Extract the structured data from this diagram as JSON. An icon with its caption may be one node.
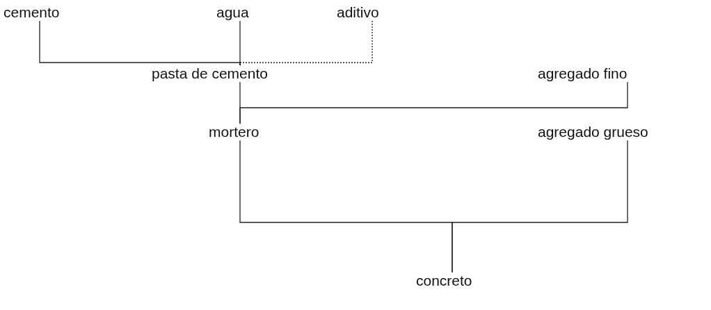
{
  "diagram": {
    "nodes": [
      {
        "text": [
          "cemento"
        ]
      },
      {
        "text": [
          "agua"
        ]
      },
      {
        "text": [
          "aditivo"
        ]
      },
      {
        "text": [
          "pasta de cemento"
        ]
      },
      {
        "text": [
          "agregado fino"
        ]
      },
      {
        "text": [
          "mortero"
        ]
      },
      {
        "text": [
          "agregado grueso"
        ]
      },
      {
        "text": [
          "concreto"
        ]
      }
    ],
    "edges": [
      {
        "from": 0,
        "to": 3,
        "arrow": "none"
      },
      {
        "from": 1,
        "to": 3,
        "arrow": "none"
      },
      {
        "from": 2,
        "to": 3,
        "arrow": "none",
        "style": "dashed"
      },
      {
        "from": 3,
        "to": 5,
        "arrow": "none"
      },
      {
        "from": 4,
        "to": 5,
        "arrow": "none"
      },
      {
        "from": 5,
        "to": 7,
        "arrow": "none"
      },
      {
        "from": 6,
        "to": 7,
        "arrow": "none"
      }
    ]
  }
}
